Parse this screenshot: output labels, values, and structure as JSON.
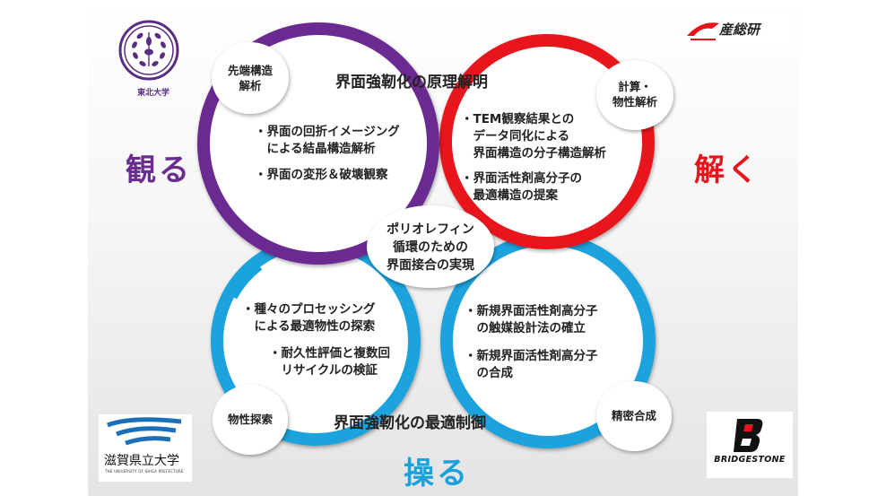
{
  "top_circle_title": "界面強靭化の原理解明",
  "bottom_circle_title": "界面強靭化の最適制御",
  "center": {
    "line1": "ポリオレフィン",
    "line2": "循環のための",
    "line3": "界面接合の実現"
  },
  "verbs": {
    "observe": "観る",
    "solve": "解く",
    "control": "操る"
  },
  "badges": {
    "top_left": {
      "line1": "先端構造",
      "line2": "解析"
    },
    "top_right": {
      "line1": "計算・",
      "line2": "物性解析"
    },
    "bottom_left": "物性探索",
    "bottom_right": "精密合成"
  },
  "observe_bullets": [
    {
      "line1": "・界面の回折イメージング",
      "line2": "　による結晶構造解析"
    },
    {
      "line1": "・界面の変形＆破壊観察"
    }
  ],
  "solve_bullets": [
    {
      "line1": "・TEM観察結果との",
      "line2": "　データ同化による",
      "line3": "　界面構造の分子構造解析"
    },
    {
      "line1": "・界面活性剤高分子の",
      "line2": "　最適構造の提案"
    }
  ],
  "control_left_bullets": [
    {
      "line1": "・種々のプロセッシング",
      "line2": "　による最適物性の探索"
    },
    {
      "line1": "・耐久性評価と複数回",
      "line2": "　リサイクルの検証"
    }
  ],
  "control_right_bullets": [
    {
      "line1": "・新規界面活性剤高分子",
      "line2": "　の触媒設計法の確立"
    },
    {
      "line1": "・新規界面活性剤高分子",
      "line2": "　の合成"
    }
  ],
  "logos": {
    "tohoku": "東北大学",
    "aist": "産総研",
    "shiga": "滋賀県立大学",
    "shiga_sub": "THE UNIVERSITY OF SHIGA PREFECTURE",
    "bridgestone": "BRIDGESTONE"
  },
  "colors": {
    "purple": "#6a2c91",
    "red": "#e8141b",
    "blue": "#1aa2dd",
    "text": "#222222"
  }
}
